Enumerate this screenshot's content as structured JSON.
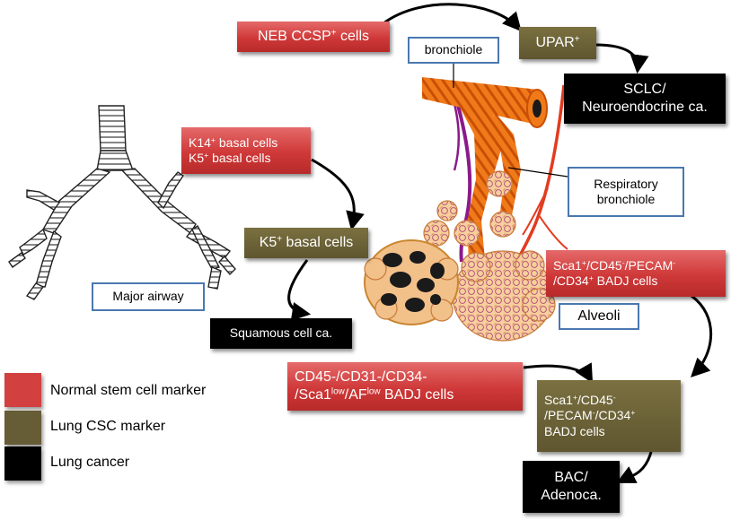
{
  "labels": {
    "neb": {
      "html": "NEB CCSP<sup>+</sup> cells"
    },
    "upar": {
      "html": "UPAR<sup>+</sup>"
    },
    "bronchiole": {
      "html": "bronchiole"
    },
    "sclc": {
      "html": "SCLC/<br>Neuroendocrine ca."
    },
    "k14": {
      "html": "K14<sup>+</sup> basal cells<br>K5<sup>+</sup> basal cells"
    },
    "respiratory": {
      "html": "Respiratory<br>bronchiole"
    },
    "k5": {
      "html": "K5<sup>+</sup> basal cells"
    },
    "major_airway": {
      "html": "Major airway"
    },
    "sca1_badj": {
      "html": "Sca1<sup>+</sup>/CD45<sup>-</sup>/PECAM<sup>-</sup><br>/CD34<sup>+</sup> BADJ cells"
    },
    "alveoli": {
      "html": "Alveoli"
    },
    "squamous": {
      "html": "Squamous cell ca."
    },
    "cd45": {
      "html": "CD45-/CD31-/CD34-<br>/Sca1<sup>low</sup>/AF<sup>low</sup> BADJ cells"
    },
    "csc_badj": {
      "html": "Sca1<sup>+</sup>/CD45<sup>-</sup><br>/PECAM<sup>-</sup>/CD34<sup>+</sup><br>BADJ cells"
    },
    "bac": {
      "html": "BAC/<br>Adenoca."
    }
  },
  "legend": [
    {
      "label": "Normal stem cell marker",
      "color": "#d24040"
    },
    {
      "label": "Lung CSC marker",
      "color": "#665c36"
    },
    {
      "label": "Lung cancer",
      "color": "#000000"
    }
  ],
  "colors": {
    "normal_stem": "#d24040",
    "lung_csc": "#665c36",
    "lung_cancer": "#000000",
    "outline_box": "#4a78b0",
    "bronchiole": "#f07a1a",
    "alveoli": "#f2c089",
    "vessel_purple": "#8b1a8b",
    "vessel_red": "#e33b1f"
  }
}
